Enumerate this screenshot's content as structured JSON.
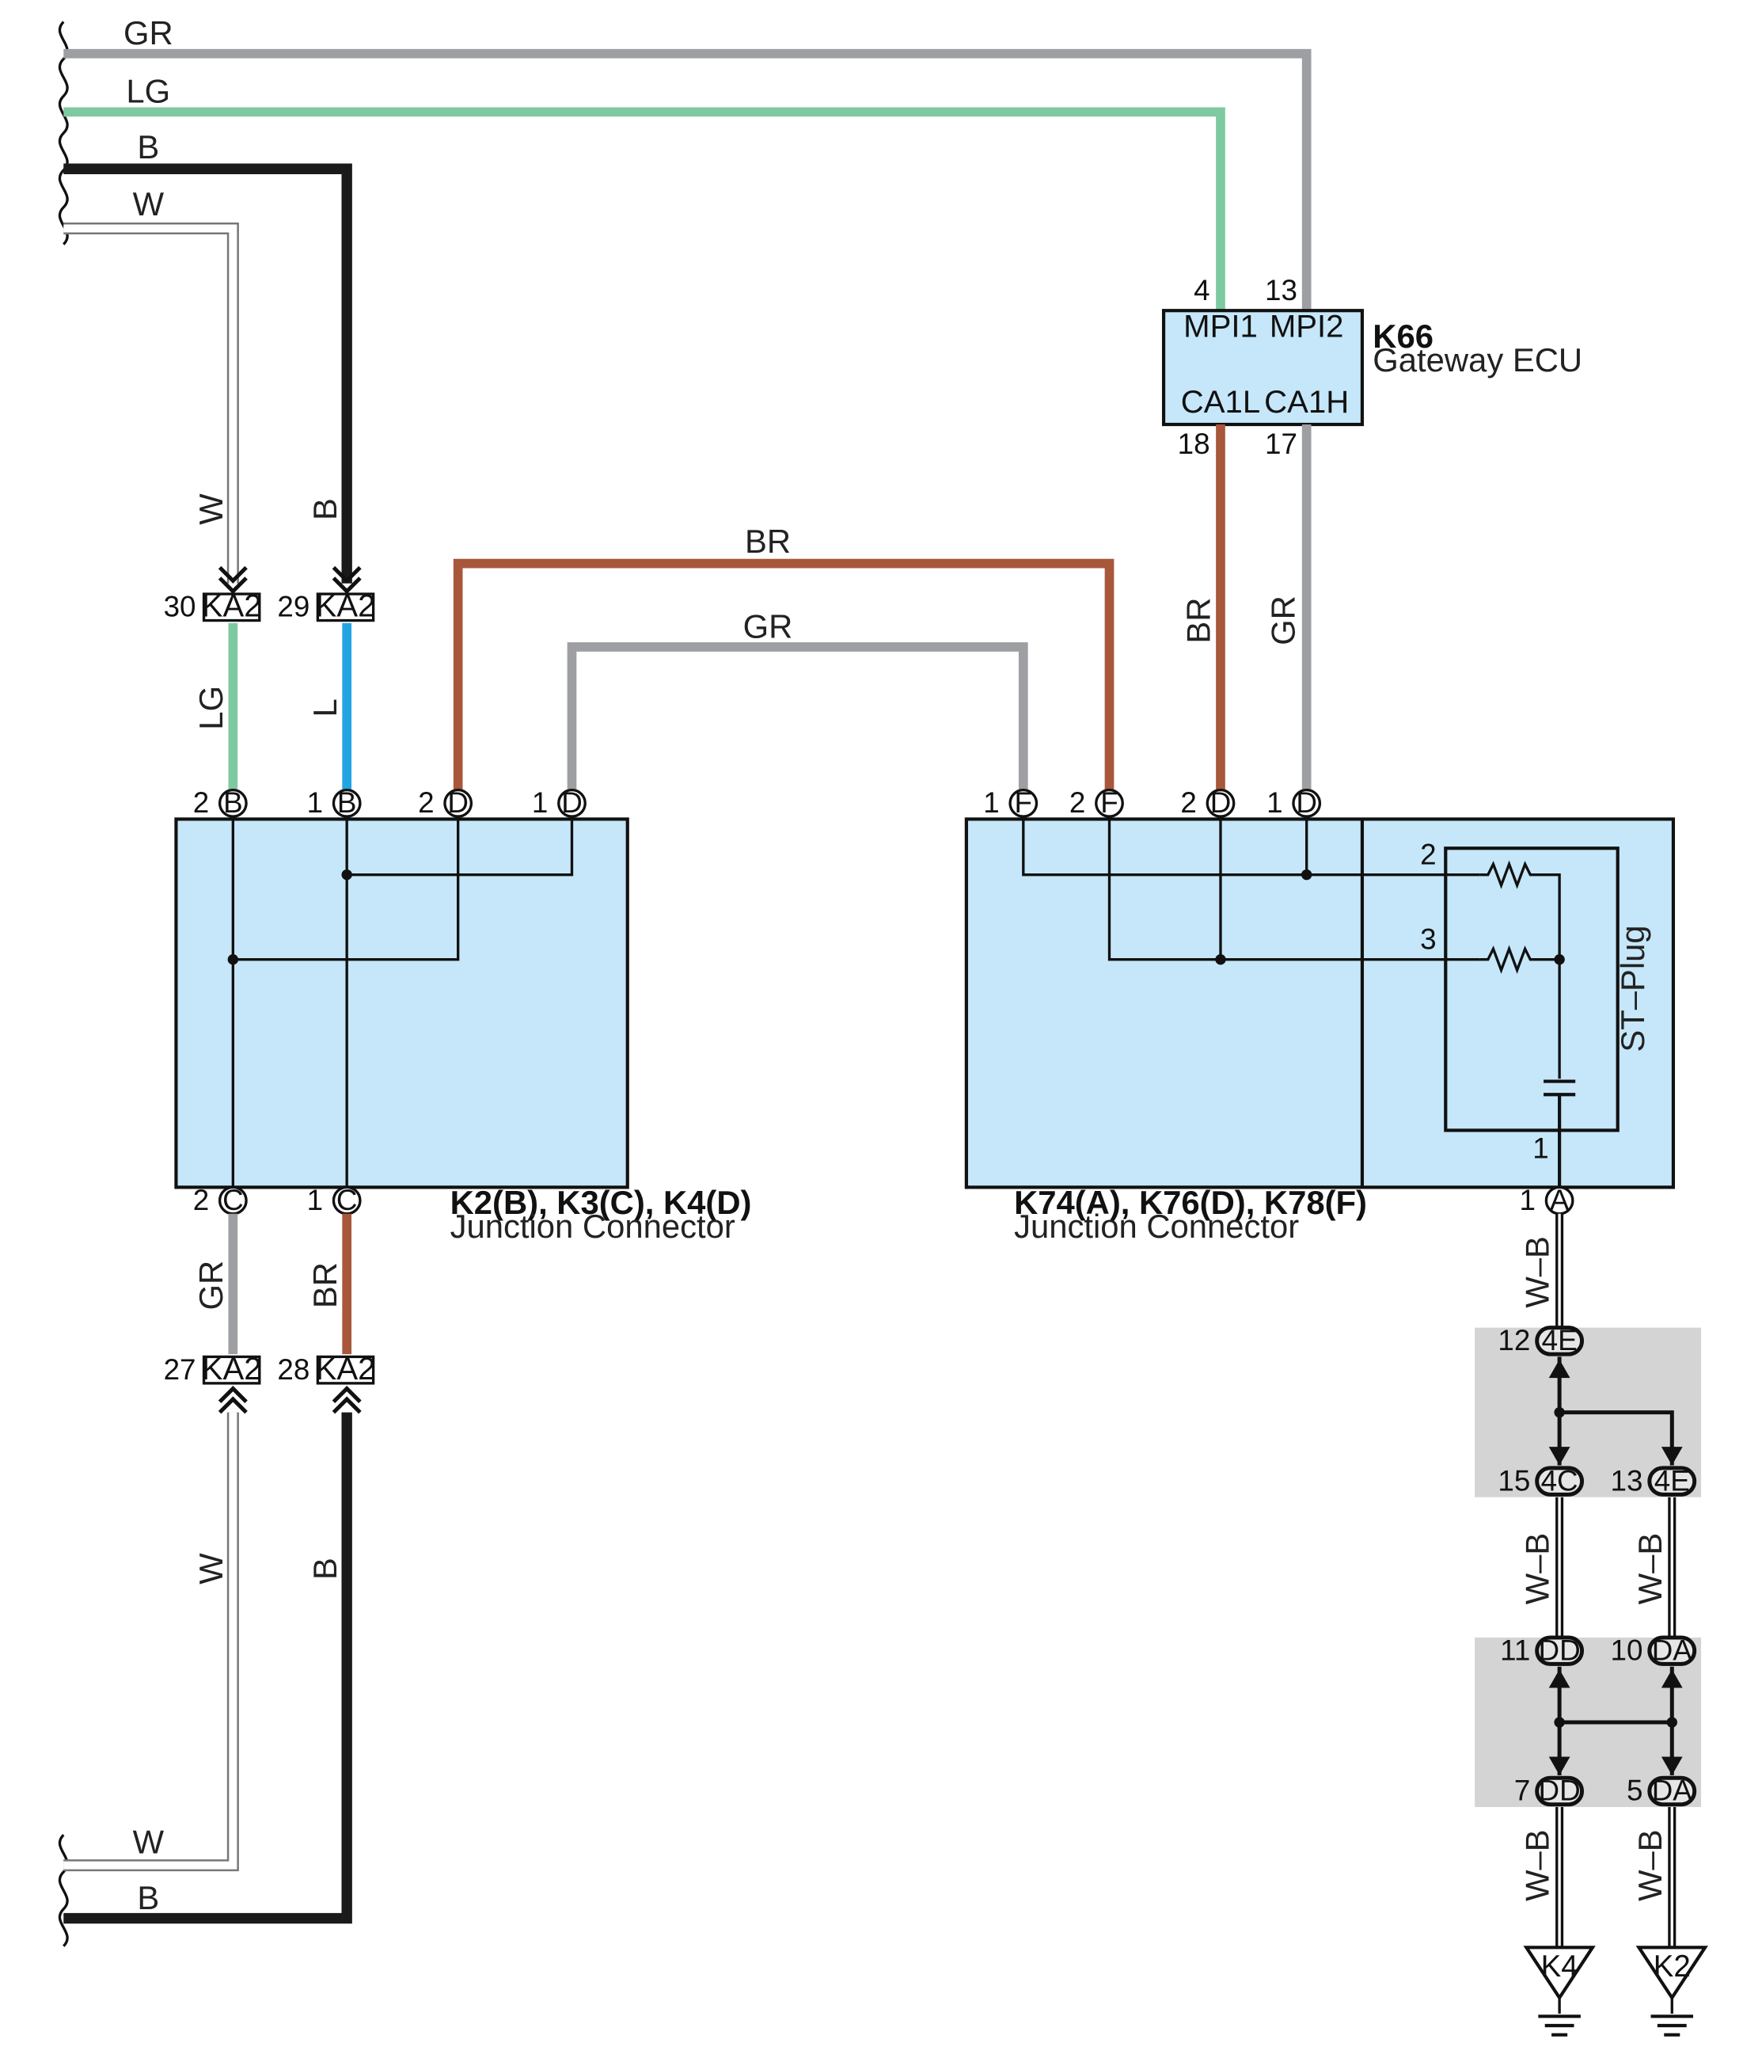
{
  "diagram": {
    "colors": {
      "GR": "#9d9fa2",
      "LG": "#7fc9a0",
      "B": "#1a1a1a",
      "W": "#ffffff",
      "BR": "#a8573a",
      "L": "#21a5e2",
      "box_fill": "#c5e7f9",
      "splice_fill": "#d4d4d4"
    },
    "left_wires": [
      {
        "label": "GR"
      },
      {
        "label": "LG"
      },
      {
        "label": "B"
      },
      {
        "label": "W"
      }
    ],
    "bottom_wires": [
      {
        "label": "W"
      },
      {
        "label": "B"
      }
    ],
    "gateway": {
      "id": "K66",
      "name": "Gateway ECU",
      "pins": {
        "mpi1": {
          "name": "MPI1",
          "num": "4"
        },
        "mpi2": {
          "name": "MPI2",
          "num": "13"
        },
        "ca1l": {
          "name": "CA1L",
          "num": "18"
        },
        "ca1h": {
          "name": "CA1H",
          "num": "17"
        }
      }
    },
    "junction_left": {
      "ids": "K2(B), K3(C), K4(D)",
      "name": "Junction Connector",
      "top_pins": [
        {
          "num": "2",
          "letter": "B"
        },
        {
          "num": "1",
          "letter": "B"
        },
        {
          "num": "2",
          "letter": "D"
        },
        {
          "num": "1",
          "letter": "D"
        }
      ],
      "bottom_pins": [
        {
          "num": "2",
          "letter": "C"
        },
        {
          "num": "1",
          "letter": "C"
        }
      ]
    },
    "junction_right": {
      "ids": "K74(A), K76(D), K78(F)",
      "name": "Junction Connector",
      "top_pins": [
        {
          "num": "1",
          "letter": "F"
        },
        {
          "num": "2",
          "letter": "F"
        },
        {
          "num": "2",
          "letter": "D"
        },
        {
          "num": "1",
          "letter": "D"
        }
      ],
      "bottom_pin": {
        "num": "1",
        "letter": "A"
      },
      "st_plug": {
        "label": "ST–Plug",
        "pins": [
          "2",
          "3",
          "1"
        ]
      }
    },
    "ka2_connectors": [
      {
        "num": "30",
        "code": "KA2"
      },
      {
        "num": "29",
        "code": "KA2"
      },
      {
        "num": "27",
        "code": "KA2"
      },
      {
        "num": "28",
        "code": "KA2"
      }
    ],
    "wire_labels": {
      "w": "W",
      "b": "B",
      "lg": "LG",
      "l": "L",
      "gr": "GR",
      "br": "BR",
      "wb": "W–B"
    },
    "splice_connectors": [
      {
        "num": "12",
        "code": "4E"
      },
      {
        "num": "15",
        "code": "4C"
      },
      {
        "num": "13",
        "code": "4E"
      },
      {
        "num": "11",
        "code": "DD"
      },
      {
        "num": "10",
        "code": "DA"
      },
      {
        "num": "7",
        "code": "DD"
      },
      {
        "num": "5",
        "code": "DA"
      }
    ],
    "grounds": [
      {
        "label": "K4"
      },
      {
        "label": "K2"
      }
    ]
  }
}
